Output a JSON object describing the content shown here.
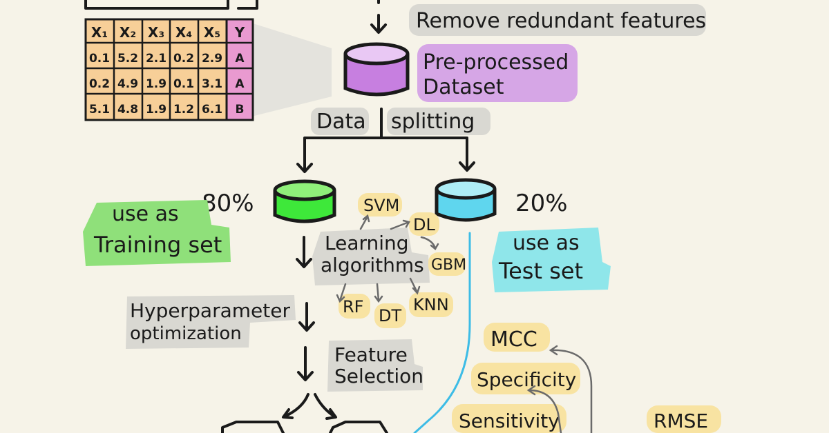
{
  "step_remove": "Remove redundant features",
  "dataset_label": [
    "Pre-processed",
    "Dataset"
  ],
  "split_label": [
    "Data",
    "splitting"
  ],
  "train_pct": "80%",
  "test_pct": "20%",
  "train_label": [
    "use as",
    "Training set"
  ],
  "test_label": [
    "use as",
    "Test set"
  ],
  "learning_label": [
    "Learning",
    "algorithms"
  ],
  "algorithms": [
    "SVM",
    "DL",
    "GBM",
    "RF",
    "DT",
    "KNN"
  ],
  "hyper_label": [
    "Hyperparameter",
    "optimization"
  ],
  "feature_label": [
    "Feature",
    "Selection"
  ],
  "metrics": [
    "MCC",
    "Specificity",
    "Sensitivity",
    "RMSE"
  ],
  "table": {
    "headers": [
      "X₁",
      "X₂",
      "X₃",
      "X₄",
      "X₅",
      "Y"
    ],
    "rows": [
      [
        "0.1",
        "5.2",
        "2.1",
        "0.2",
        "2.9",
        "A"
      ],
      [
        "0.2",
        "4.9",
        "1.9",
        "0.1",
        "3.1",
        "A"
      ],
      [
        "5.1",
        "4.8",
        "1.9",
        "1.2",
        "6.1",
        "B"
      ]
    ]
  },
  "colors": {
    "background": "#f6f3e8",
    "purple": "#c77fe0",
    "green": "#3ee83a",
    "cyan": "#5fd6ee",
    "table_cell": "#f7cf98",
    "table_y": "#e99ad0"
  }
}
